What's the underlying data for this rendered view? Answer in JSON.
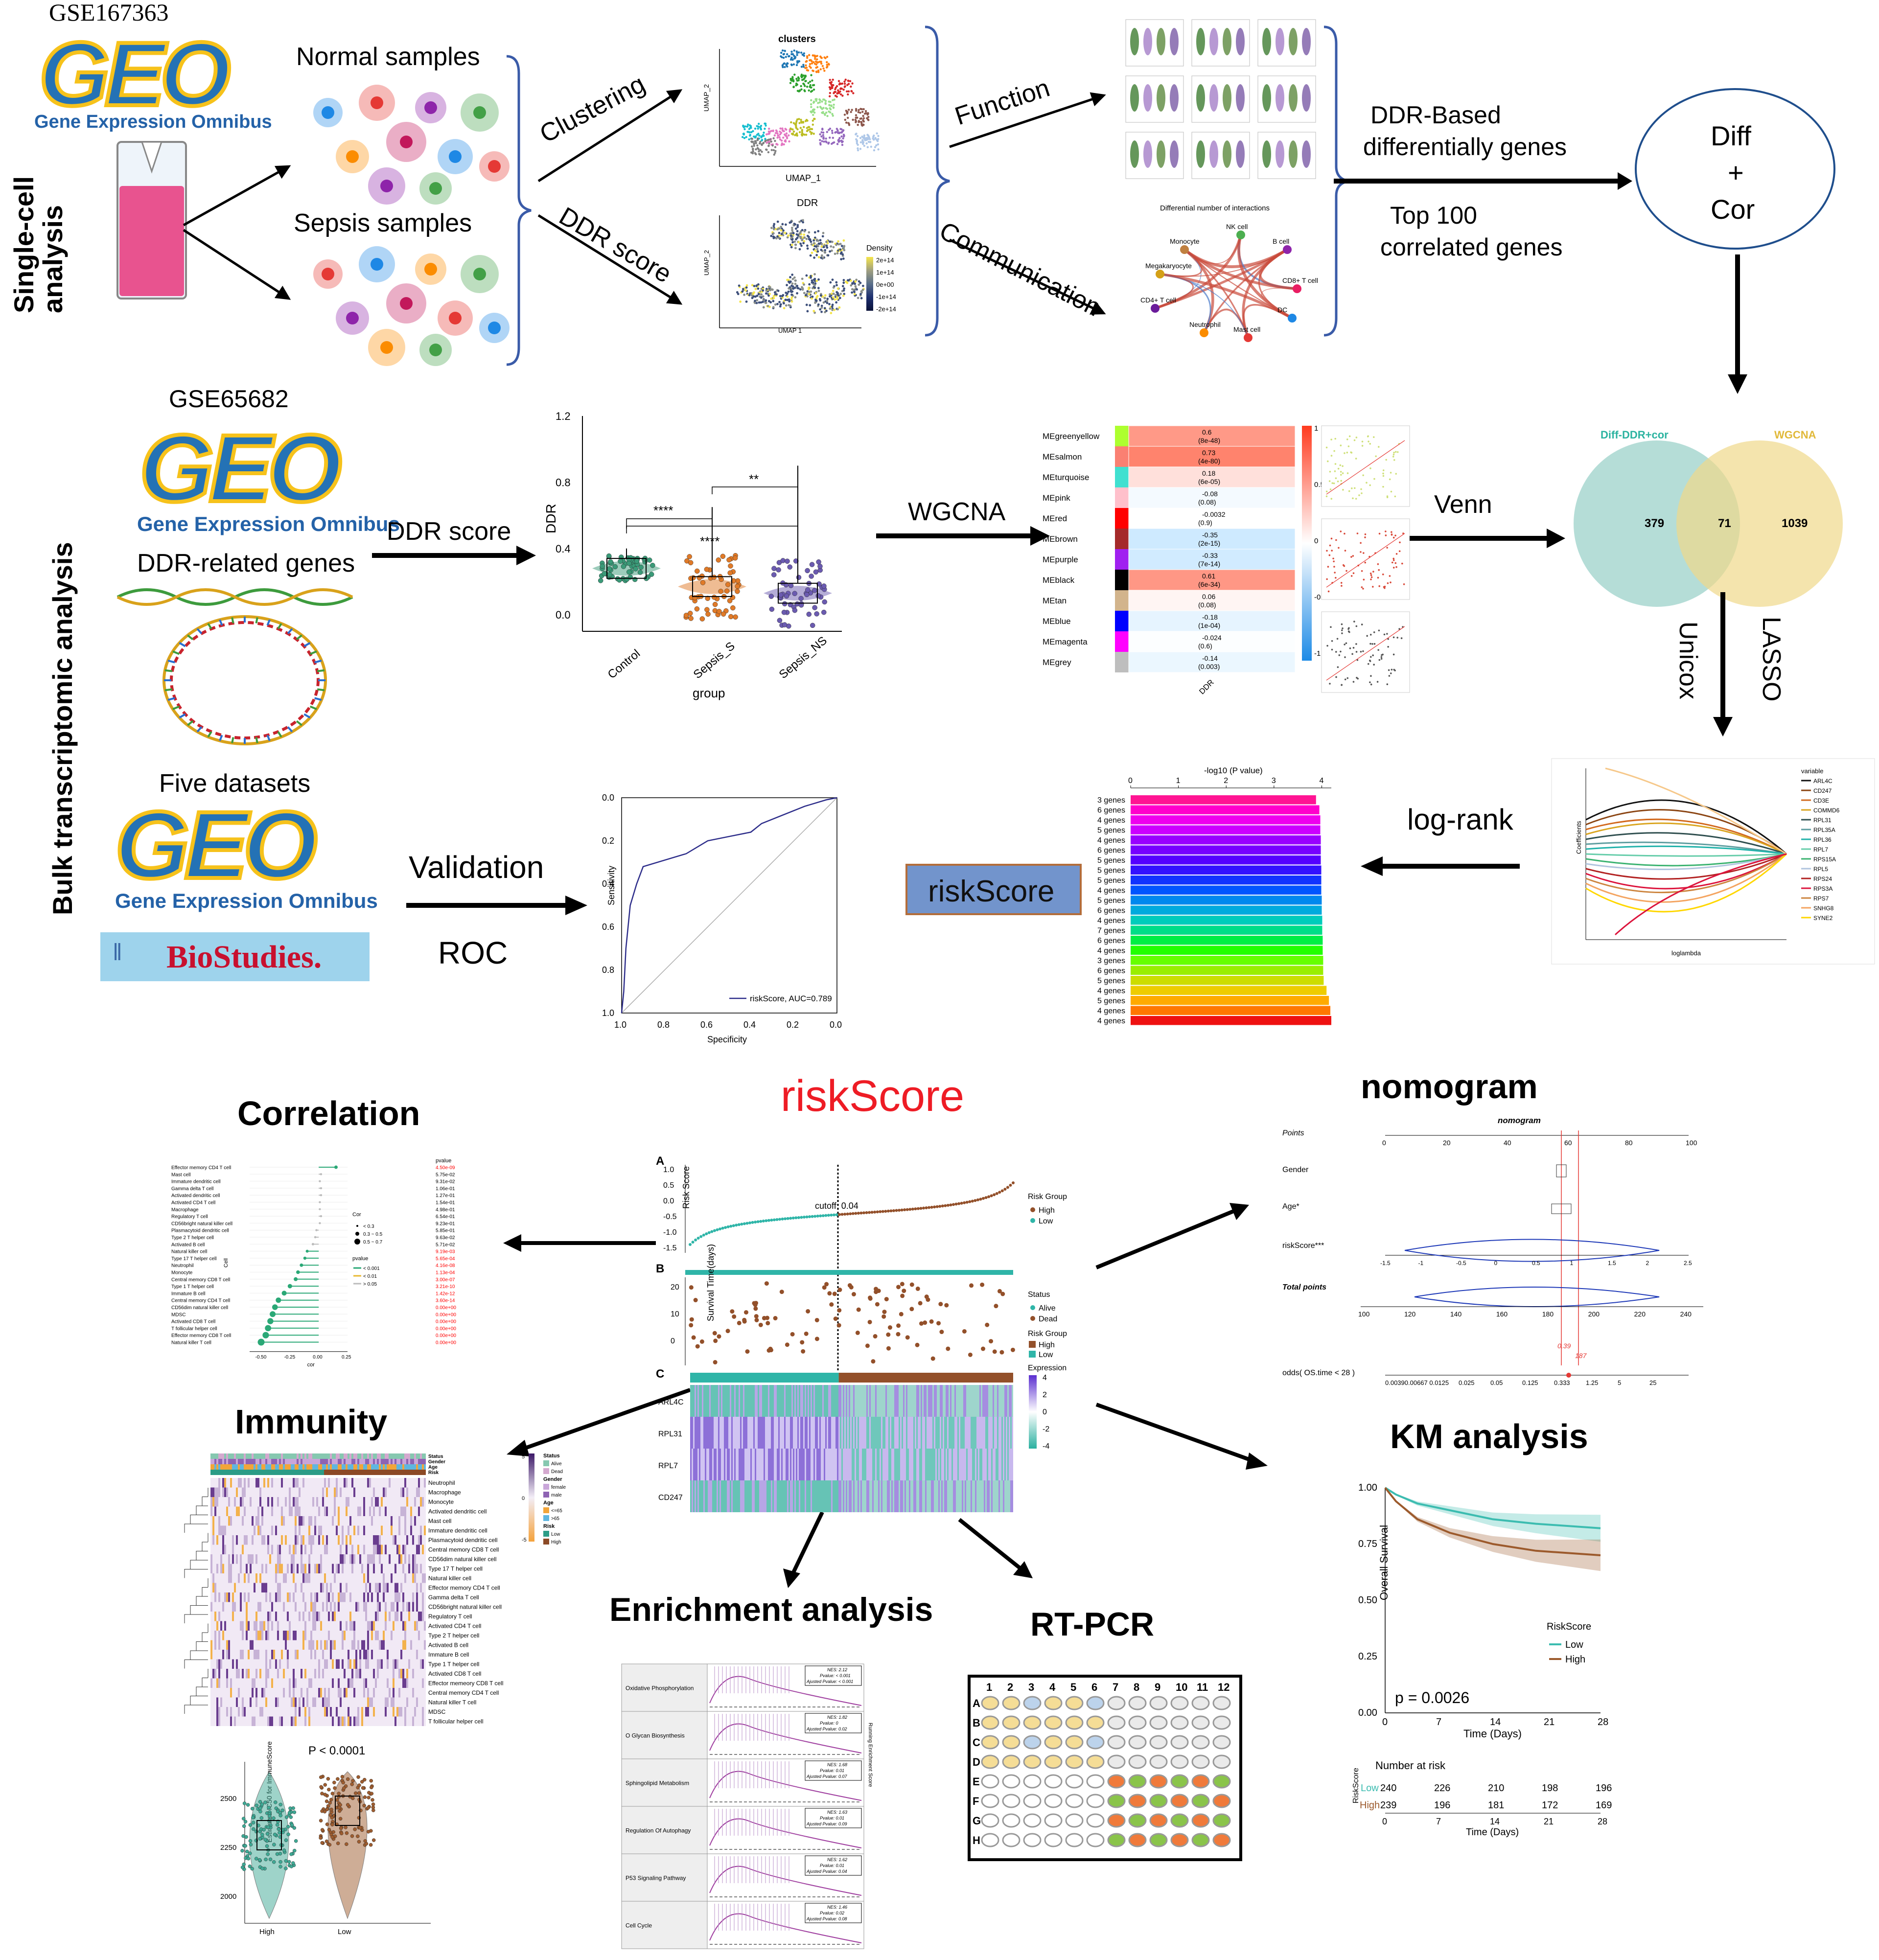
{
  "single_cell": {
    "section_label": "Single-cell analysis",
    "dataset": "GSE167363",
    "geo_word": "GEO",
    "geo_sub": "Gene Expression Omnibus",
    "normal": "Normal samples",
    "sepsis": "Sepsis samples",
    "clustering": "Clustering",
    "ddr_score": "DDR score",
    "function": "Function",
    "communication": "Communication",
    "umap_title": "clusters",
    "umap_x": "UMAP_1",
    "umap_y": "UMAP_2",
    "ddr_title": "DDR",
    "density_label": "Density",
    "density_ticks": [
      "2e+14",
      "1e+14",
      "0e+00",
      "-1e+14",
      "-2e+14"
    ],
    "comm_title": "Differential number of interactions",
    "comm_nodes": [
      "Monocyte",
      "NK cell",
      "B cell",
      "CD8+ T cell",
      "DC",
      "Mast cell",
      "Neutrophil",
      "CD4+ T cell",
      "Megakaryocyte"
    ],
    "ddr_based": [
      "DDR-Based",
      "differentially genes"
    ],
    "top100": [
      "Top 100",
      "correlated genes"
    ],
    "diff_cor": [
      "Diff",
      "+",
      "Cor"
    ]
  },
  "bulk": {
    "section_label": "Bulk transcriptomic analysis",
    "dataset": "GSE65682",
    "ddr_related": "DDR-related genes",
    "ddr_score": "DDR score",
    "wgcna": "WGCNA",
    "venn_label": "Venn",
    "five": "Five datasets",
    "biostudies": "BioStudies.",
    "validation": "Validation",
    "roc": "ROC",
    "riskscore_box": "riskScore",
    "logrank": "log-rank",
    "unicox": "Unicox",
    "lasso": "LASSO"
  },
  "boxplot": {
    "ylabel": "DDR",
    "xlabel": "group",
    "categories": [
      "Control",
      "Sepsis_S",
      "Sepsis_NS"
    ],
    "yticks": [
      "1.2",
      "0.8",
      "0.4",
      "0.0"
    ],
    "sig": [
      "****",
      "**",
      "****"
    ]
  },
  "wgcna_heat": {
    "modules": [
      "MEgreenyellow",
      "MEsalmon",
      "MEturquoise",
      "MEpink",
      "MEred",
      "MEbrown",
      "MEpurple",
      "MEblack",
      "MEtan",
      "MEblue",
      "MEmagenta",
      "MEgrey"
    ],
    "colors": [
      "#adff2f",
      "#fa8072",
      "#40e0d0",
      "#ffc0cb",
      "#ff0000",
      "#a52a2a",
      "#a020f0",
      "#000000",
      "#d2b48c",
      "#0000ff",
      "#ff00ff",
      "#bebebe"
    ],
    "values": [
      "0.6",
      "0.73",
      "0.18",
      "-0.08",
      "-0.0032",
      "-0.35",
      "-0.33",
      "0.61",
      "0.06",
      "-0.18",
      "-0.024",
      "-0.14"
    ],
    "pvals": [
      "(8e-48)",
      "(4e-80)",
      "(6e-05)",
      "(0.08)",
      "(0.9)",
      "(2e-15)",
      "(7e-14)",
      "(6e-34)",
      "(0.08)",
      "(1e-04)",
      "(0.6)",
      "(0.003)"
    ],
    "xlabel": "DDR",
    "scale": [
      "1",
      "0.5",
      "0",
      "-0.5",
      "-1"
    ]
  },
  "venn": {
    "left": "Diff-DDR+cor",
    "right": "WGCNA",
    "left_n": "379",
    "mid_n": "71",
    "right_n": "1039"
  },
  "roc": {
    "xlabel": "Specificity",
    "ylabel": "Sensitivity",
    "ticks": [
      "1.0",
      "0.8",
      "0.6",
      "0.4",
      "0.2",
      "0.0"
    ],
    "legend": "riskScore, AUC=0.789"
  },
  "logp_bar": {
    "axis_title": "-log10 (P value)",
    "ticks": [
      "0",
      "1",
      "2",
      "3",
      "4"
    ],
    "labels": [
      "3 genes",
      "6 genes",
      "4 genes",
      "5 genes",
      "4 genes",
      "6 genes",
      "5 genes",
      "5 genes",
      "5 genes",
      "4 genes",
      "5 genes",
      "6 genes",
      "4 genes",
      "7 genes",
      "6 genes",
      "4 genes",
      "3 genes",
      "6 genes",
      "5 genes",
      "4 genes",
      "5 genes",
      "4 genes",
      "4 genes"
    ],
    "values": [
      3.88,
      3.95,
      3.97,
      3.97,
      3.98,
      3.98,
      3.98,
      3.99,
      3.99,
      3.99,
      4.0,
      4.0,
      4.01,
      4.01,
      4.02,
      4.02,
      4.03,
      4.03,
      4.04,
      4.1,
      4.15,
      4.18,
      4.2
    ],
    "colors": [
      "#ff1493",
      "#ff00cc",
      "#ee00ee",
      "#cc00ff",
      "#9900ff",
      "#7700ff",
      "#5500ff",
      "#3311ff",
      "#1133ff",
      "#0055ff",
      "#0088ee",
      "#00aadd",
      "#00ccbb",
      "#00dd88",
      "#00ee44",
      "#22ff00",
      "#66ff00",
      "#99ee00",
      "#ccdd00",
      "#eecc00",
      "#ffaa00",
      "#ff7700",
      "#ee1111"
    ]
  },
  "lasso": {
    "xlabel": "loglambda",
    "ylabel": "Coefficients",
    "legend_title": "variable",
    "genes": [
      "ARL4C",
      "CD247",
      "CD3E",
      "COMMD6",
      "RPL31",
      "RPL35A",
      "RPL36",
      "RPL7",
      "RPS15A",
      "RPL5",
      "RPS24",
      "RPS3A",
      "RPS7",
      "SNHG8",
      "SYNE2"
    ],
    "colors": [
      "#111111",
      "#8b4513",
      "#d2691e",
      "#daa520",
      "#2f4f4f",
      "#5f9ea0",
      "#20b2aa",
      "#66cdaa",
      "#3cb371",
      "#b0c4de",
      "#b22222",
      "#dc143c",
      "#cd853f",
      "#f4a460",
      "#ffd700"
    ]
  },
  "lower": {
    "risk_title": "riskScore",
    "correlation": "Correlation",
    "immunity": "Immunity",
    "enrichment": "Enrichment analysis",
    "rtpcr": "RT-PCR",
    "nomogram": "nomogram",
    "km": "KM analysis"
  },
  "corr": {
    "cells": [
      "Effector memory CD4 T cell",
      "Mast cell",
      "Immature dendritic cell",
      "Gamma delta T cell",
      "Activated dendritic cell",
      "Activated CD4 T cell",
      "Macrophage",
      "Regulatory T cell",
      "CD56bright natural killer cell",
      "Plasmacytoid dendritic cell",
      "Type 2 T helper cell",
      "Activated B cell",
      "Natural killer cell",
      "Type 17 T helper cell",
      "Neutrophil",
      "Monocyte",
      "Central memory CD8 T cell",
      "Type 1 T helper cell",
      "Immature B cell",
      "Central memory CD4 T cell",
      "CD56dim natural killer cell",
      "MDSC",
      "Activated CD8 T cell",
      "T follicular helper cell",
      "Effector memory CD8 T cell",
      "Natural killer T cell"
    ],
    "cor": [
      0.15,
      0.02,
      0.01,
      0.02,
      0.02,
      0.01,
      0.01,
      0.02,
      0.01,
      -0.02,
      -0.03,
      -0.05,
      -0.1,
      -0.12,
      -0.15,
      -0.18,
      -0.2,
      -0.25,
      -0.3,
      -0.35,
      -0.38,
      -0.4,
      -0.42,
      -0.44,
      -0.46,
      -0.5
    ],
    "pvals": [
      "4.50e-09",
      "5.75e-02",
      "9.31e-02",
      "1.06e-01",
      "1.27e-01",
      "1.54e-01",
      "4.98e-01",
      "6.54e-01",
      "9.23e-01",
      "5.85e-01",
      "9.63e-02",
      "5.71e-02",
      "9.19e-03",
      "5.65e-04",
      "4.16e-08",
      "1.13e-04",
      "3.00e-07",
      "3.21e-10",
      "1.42e-12",
      "3.60e-14",
      "0.00e+00",
      "0.00e+00",
      "0.00e+00",
      "0.00e+00",
      "0.00e+00",
      "0.00e+00"
    ],
    "pcol": [
      "#ff0000",
      "#000000",
      "#000000",
      "#000000",
      "#000000",
      "#000000",
      "#000000",
      "#000000",
      "#000000",
      "#000000",
      "#000000",
      "#000000",
      "#ff0000",
      "#ff0000",
      "#ff0000",
      "#ff0000",
      "#ff0000",
      "#ff0000",
      "#ff0000",
      "#ff0000",
      "#ff0000",
      "#ff0000",
      "#ff0000",
      "#ff0000",
      "#ff0000",
      "#ff0000"
    ],
    "ptitle": "pvalue",
    "xlabel": "cor",
    "ylabel": "Cell",
    "xticks": [
      "-0.50",
      "-0.25",
      "0.00",
      "0.25"
    ],
    "legend_cor_title": "Cor",
    "legend_cor": [
      "< 0.3",
      "0.3 ~ 0.5",
      "0.5 ~ 0.7"
    ],
    "legend_p_title": "pvalue",
    "legend_p": [
      "< 0.001",
      "< 0.01",
      "> 0.05"
    ]
  },
  "risk_panel": {
    "A": "A",
    "B": "B",
    "C": "C",
    "ylab_a": "Risk Score",
    "ylab_b": "Survival Time(days)",
    "cutoff": "cutoff: 0.04",
    "risk_group": "Risk Group",
    "high": "High",
    "low": "Low",
    "status": "Status",
    "alive": "Alive",
    "dead": "Dead",
    "expression": "Expression",
    "expr_ticks": [
      "4",
      "2",
      "0",
      "-2",
      "-4"
    ],
    "genes": [
      "ARL4C",
      "RPL31",
      "RPL7",
      "CD247"
    ],
    "yticks_a": [
      "1.0",
      "0.5",
      "0.0",
      "-0.5",
      "-1.0",
      "-1.5"
    ],
    "yticks_b": [
      "20",
      "10",
      "0"
    ]
  },
  "immunity": {
    "annot": [
      "Status",
      "Gender",
      "Age",
      "Risk"
    ],
    "cells": [
      "Neutrophil",
      "Macrophage",
      "Monocyte",
      "Activated dendritic cell",
      "Mast cell",
      "Immature dendritic cell",
      "Plasmacytoid dendritic cell",
      "Central memory CD8 T cell",
      "CD56dim natural killer cell",
      "Type 17 T helper cell",
      "Natural killer cell",
      "Effector memory CD4 T cell",
      "Gamma delta T cell",
      "CD56bright natural killer cell",
      "Regulatory T cell",
      "Activated CD4 T cell",
      "Type 2 T helper cell",
      "Activated B cell",
      "Immature B cell",
      "Type 1 T helper cell",
      "Activated CD8 T cell",
      "Effector memeory CD8 T cell",
      "Central memory CD4 T cell",
      "Natural killer T cell",
      "MDSC",
      "T follicular helper cell"
    ],
    "legend": {
      "status": "Status",
      "alive": "Alive",
      "dead": "Dead",
      "gender": "Gender",
      "female": "female",
      "male": "male",
      "age": "Age",
      "age1": "<=65",
      "age2": ">65",
      "risk": "Risk",
      "low": "Low",
      "high": "High",
      "scale": [
        "5",
        "0",
        "-5"
      ]
    },
    "violin_p": "P < 0.0001",
    "violin_y": "Estimated IC50 for ImmuneScore",
    "violin_yticks": [
      "2500",
      "2250",
      "2000"
    ],
    "violin_x": [
      "High",
      "Low"
    ]
  },
  "nomo": {
    "title": "nomogram",
    "rows": [
      "Points",
      "Gender",
      "Age*",
      "riskScore***",
      "Total points",
      "odds( OS.time < 28 )"
    ],
    "points_ticks": [
      "0",
      "20",
      "40",
      "60",
      "80",
      "100"
    ],
    "risk_ticks": [
      "-1.5",
      "-1",
      "-0.5",
      "0",
      "0.5",
      "1",
      "1.5",
      "2",
      "2.5"
    ],
    "total_ticks": [
      "100",
      "120",
      "140",
      "160",
      "180",
      "200",
      "220",
      "240"
    ],
    "odds_ticks": [
      "0.00390.00667 0.0125",
      "0.025",
      "0.05",
      "0.125",
      "0.333",
      "1.25",
      "5",
      "25"
    ],
    "odds_val": "0.39",
    "total_val": "187"
  },
  "km": {
    "ylabel": "Overall Survival",
    "xlabel": "Time (Days)",
    "yticks": [
      "1.00",
      "0.75",
      "0.50",
      "0.25",
      "0.00"
    ],
    "xticks": [
      "0",
      "7",
      "14",
      "21",
      "28"
    ],
    "legend_title": "RiskScore",
    "low": "Low",
    "high": "High",
    "pval": "p = 0.0026",
    "nar_title": "Number at risk",
    "nar_ylabel": "RiskScore",
    "nar_low_label": "Low",
    "nar_high_label": "High",
    "nar_low": [
      "240",
      "226",
      "210",
      "198",
      "196"
    ],
    "nar_high": [
      "239",
      "196",
      "181",
      "172",
      "169"
    ],
    "colors": {
      "low": "#3cbcb0",
      "high": "#9c5a2c"
    }
  },
  "gsea": {
    "pathways": [
      "Oxidative Phosphorylation",
      "O Glycan Biosynthesis",
      "Sphingolipid Metabolism",
      "Regulation Of Autophagy",
      "P53 Signaling Pathway",
      "Cell Cycle"
    ],
    "nes": [
      "NES: 2.12",
      "NES: 1.82",
      "NES: 1.68",
      "NES: 1.63",
      "NES: 1.62",
      "NES: 1.46"
    ],
    "pv": [
      "Pvalue: < 0.001",
      "Pvalue: 0",
      "Pvalue: 0.01",
      "Pvalue: 0.01",
      "Pvalue: 0.01",
      "Pvalue: 0.02"
    ],
    "adj": [
      "Ajusted Pvalue: < 0.001",
      "Ajusted Pvalue: 0.02",
      "Ajusted Pvalue: 0.07",
      "Ajusted Pvalue: 0.09",
      "Ajusted Pvalue: 0.04",
      "Ajusted Pvalue: 0.08"
    ],
    "ylabel": "Running Enrichment Score"
  },
  "plate": {
    "cols": [
      "1",
      "2",
      "3",
      "4",
      "5",
      "6",
      "7",
      "8",
      "9",
      "10",
      "11",
      "12"
    ],
    "rows": [
      "A",
      "B",
      "C",
      "D",
      "E",
      "F",
      "G",
      "H"
    ]
  }
}
